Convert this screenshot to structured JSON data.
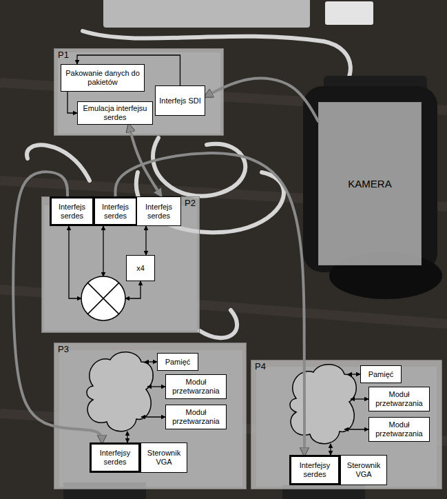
{
  "diagram": {
    "nodes": [
      {
        "text": [
          "P1"
        ]
      },
      {
        "text": [
          "Pakowanie danych do pakietów"
        ],
        "in": 0
      },
      {
        "text": [
          "Interfejs SDI"
        ],
        "in": 0
      },
      {
        "text": [
          "Emulacja interfejsu serdes"
        ],
        "in": 0
      },
      {
        "text": [
          "KAMERA"
        ]
      },
      {
        "text": [
          "P2"
        ]
      },
      {
        "text": [
          "Interfejs serdes"
        ],
        "in": 5
      },
      {
        "text": [
          "Interfejs serdes"
        ],
        "in": 5
      },
      {
        "text": [
          "Interfejs serdes"
        ],
        "in": 5
      },
      {
        "text": [
          "x4"
        ],
        "in": 5
      },
      {
        "text": [
          "P3"
        ]
      },
      {
        "text": [
          "Pamięć"
        ],
        "in": 10
      },
      {
        "text": [
          "Moduł przetwarzania"
        ],
        "in": 10
      },
      {
        "text": [
          "Moduł przetwarzania"
        ],
        "in": 10
      },
      {
        "text": [
          "Interfejsy serdes"
        ],
        "in": 10
      },
      {
        "text": [
          "Sterownik VGA"
        ],
        "in": 10
      },
      {
        "text": [
          "P4"
        ]
      },
      {
        "text": [
          "Pamięć"
        ],
        "in": 16
      },
      {
        "text": [
          "Moduł przetwarzania"
        ],
        "in": 16
      },
      {
        "text": [
          "Moduł przetwarzania"
        ],
        "in": 16
      },
      {
        "text": [
          "Interfejsy serdes"
        ],
        "in": 16
      },
      {
        "text": [
          "Sterownik VGA"
        ],
        "in": 16
      }
    ],
    "edges": [
      {
        "from": 4,
        "to": 2,
        "arrow": "to"
      },
      {
        "from": 2,
        "to": 1,
        "arrow": "to"
      },
      {
        "from": 1,
        "to": 3,
        "arrow": "to"
      },
      {
        "from": 3,
        "to": 8,
        "arrow": "both"
      },
      {
        "from": 6,
        "to": 14,
        "arrow": "to"
      },
      {
        "from": 7,
        "to": 20,
        "arrow": "to"
      },
      {
        "from": 8,
        "to": 9,
        "arrow": "both"
      }
    ]
  }
}
